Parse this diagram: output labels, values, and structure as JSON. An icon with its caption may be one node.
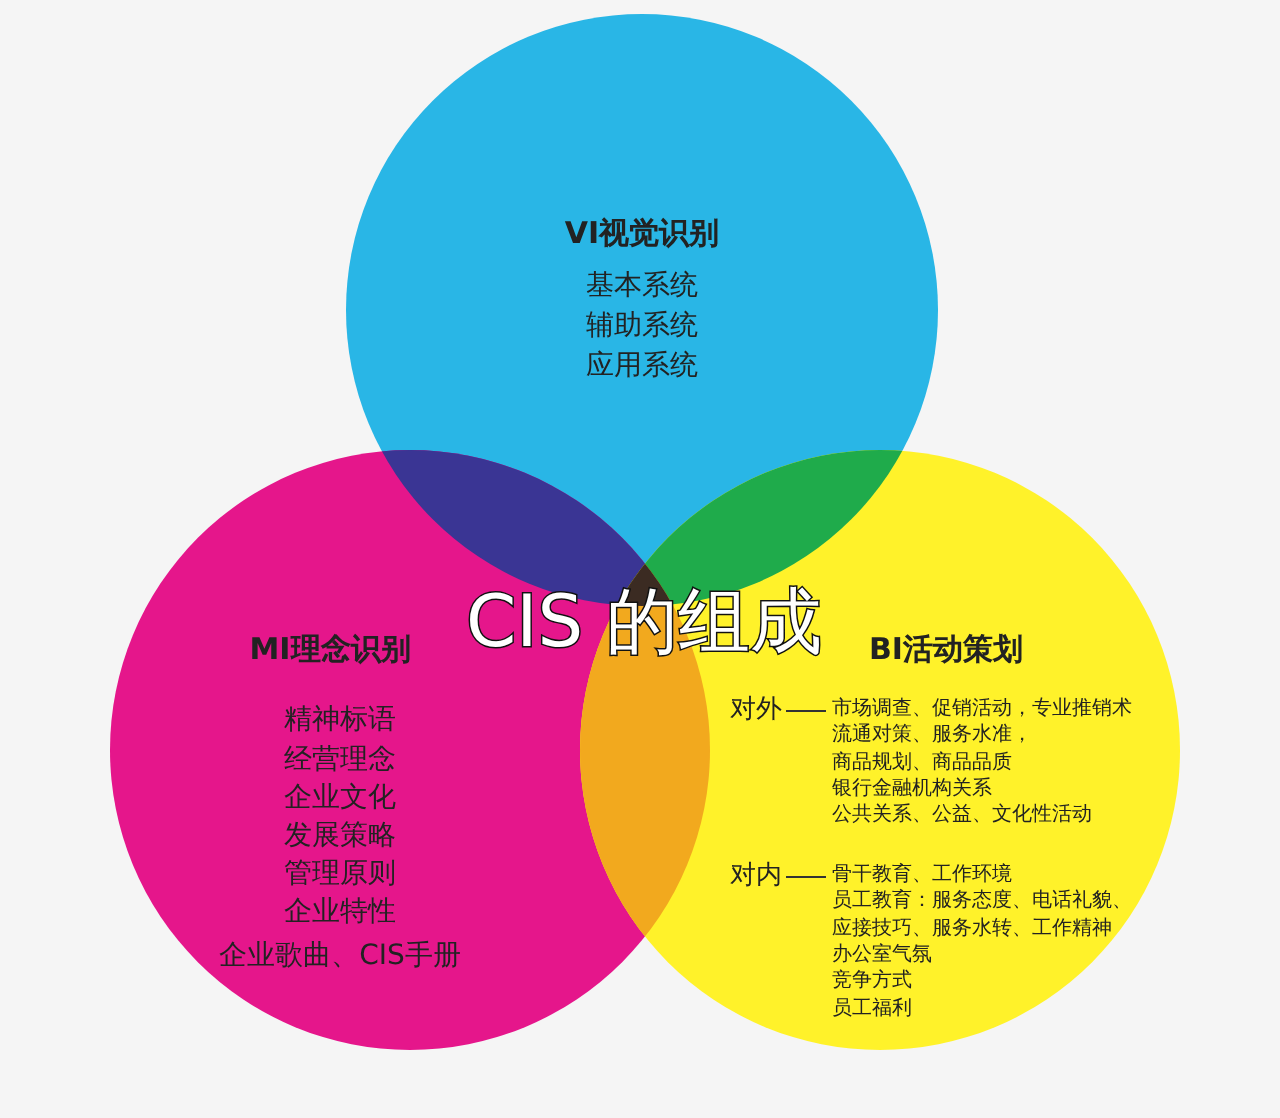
{
  "diagram": {
    "title": "CIS 的组成",
    "nodes": [
      {
        "text": [
          "VI视觉识别",
          "基本系统",
          "辅助系统",
          "应用系统"
        ]
      },
      {
        "text": [
          "MI理念识别",
          "精神标语",
          "经营理念",
          "企业文化",
          "发展策略",
          "管理原则",
          "企业特性",
          "企业歌曲、CIS手册"
        ]
      },
      {
        "text": [
          "BI活动策划",
          "对外",
          "市场调查、促销活动，专业推销术",
          "流通对策、服务水准，",
          "商品规划、商品品质",
          "银行金融机构关系",
          "公共关系、公益、文化性活动",
          "对内",
          "骨干教育、工作环境",
          "员工教育：服务态度、电话礼貌、",
          "应接技巧、服务水转、工作精神",
          "办公室气氛",
          "竞争方式",
          "员工福利"
        ]
      }
    ]
  }
}
